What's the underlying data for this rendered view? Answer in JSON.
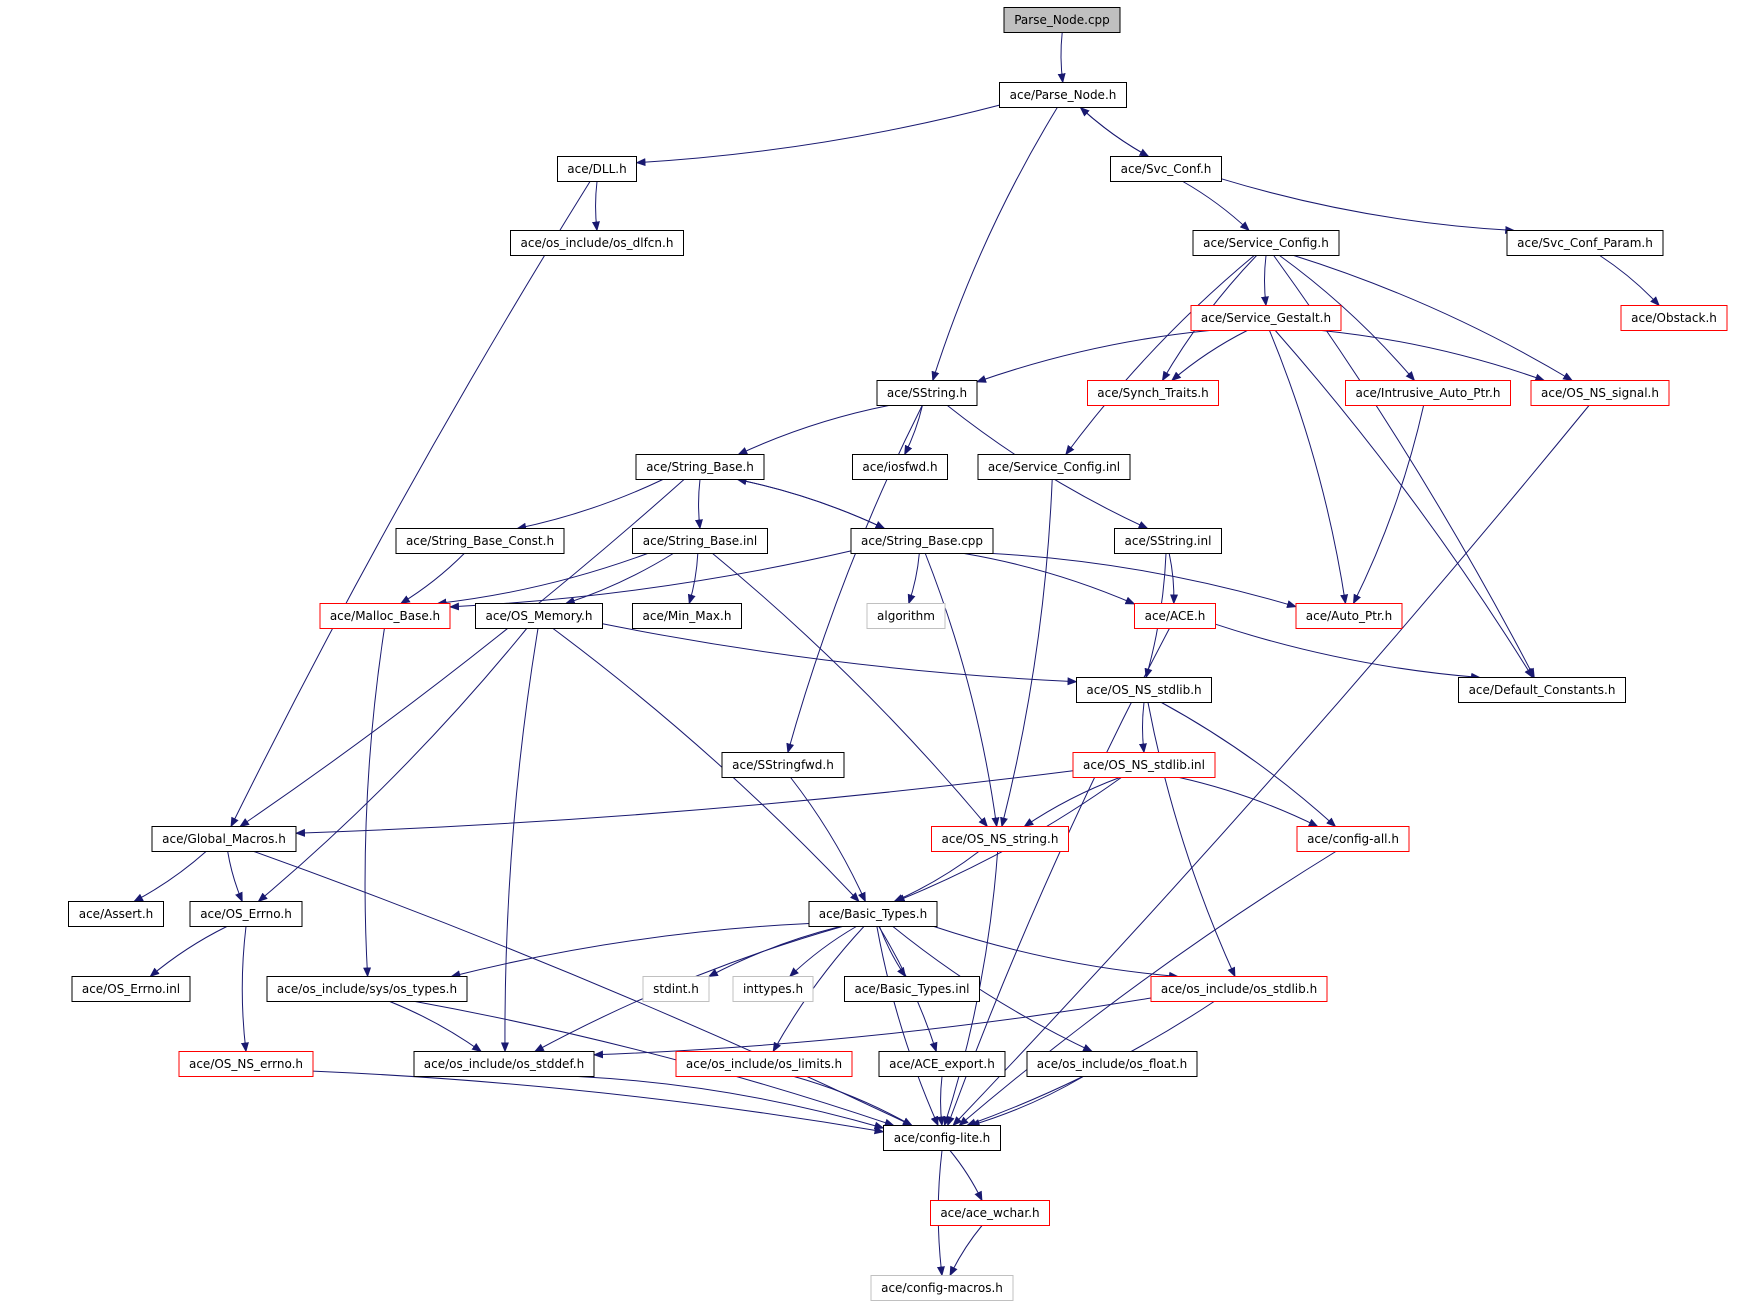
{
  "graph": {
    "nodes": [
      {
        "id": "parse_node_cpp",
        "label": "Parse_Node.cpp",
        "style": "root"
      },
      {
        "id": "parse_node_h",
        "label": "ace/Parse_Node.h",
        "style": "normal"
      },
      {
        "id": "dll_h",
        "label": "ace/DLL.h",
        "style": "normal"
      },
      {
        "id": "svc_conf_h",
        "label": "ace/Svc_Conf.h",
        "style": "normal"
      },
      {
        "id": "os_dlfcn_h",
        "label": "ace/os_include/os_dlfcn.h",
        "style": "normal"
      },
      {
        "id": "service_config_h",
        "label": "ace/Service_Config.h",
        "style": "normal"
      },
      {
        "id": "svc_conf_param_h",
        "label": "ace/Svc_Conf_Param.h",
        "style": "normal"
      },
      {
        "id": "service_gestalt_h",
        "label": "ace/Service_Gestalt.h",
        "style": "red"
      },
      {
        "id": "obstack_h",
        "label": "ace/Obstack.h",
        "style": "red"
      },
      {
        "id": "sstring_h",
        "label": "ace/SString.h",
        "style": "normal"
      },
      {
        "id": "synch_traits_h",
        "label": "ace/Synch_Traits.h",
        "style": "red"
      },
      {
        "id": "intrusive_auto_ptr_h",
        "label": "ace/Intrusive_Auto_Ptr.h",
        "style": "red"
      },
      {
        "id": "os_ns_signal_h",
        "label": "ace/OS_NS_signal.h",
        "style": "red"
      },
      {
        "id": "string_base_h",
        "label": "ace/String_Base.h",
        "style": "normal"
      },
      {
        "id": "iosfwd_h",
        "label": "ace/iosfwd.h",
        "style": "normal"
      },
      {
        "id": "service_config_inl",
        "label": "ace/Service_Config.inl",
        "style": "normal"
      },
      {
        "id": "string_base_const_h",
        "label": "ace/String_Base_Const.h",
        "style": "normal"
      },
      {
        "id": "string_base_inl",
        "label": "ace/String_Base.inl",
        "style": "normal"
      },
      {
        "id": "string_base_cpp",
        "label": "ace/String_Base.cpp",
        "style": "normal"
      },
      {
        "id": "sstring_inl",
        "label": "ace/SString.inl",
        "style": "normal"
      },
      {
        "id": "malloc_base_h",
        "label": "ace/Malloc_Base.h",
        "style": "red"
      },
      {
        "id": "os_memory_h",
        "label": "ace/OS_Memory.h",
        "style": "normal"
      },
      {
        "id": "min_max_h",
        "label": "ace/Min_Max.h",
        "style": "normal"
      },
      {
        "id": "algorithm",
        "label": "algorithm",
        "style": "gray"
      },
      {
        "id": "ace_h",
        "label": "ace/ACE.h",
        "style": "red"
      },
      {
        "id": "auto_ptr_h",
        "label": "ace/Auto_Ptr.h",
        "style": "red"
      },
      {
        "id": "os_ns_stdlib_h",
        "label": "ace/OS_NS_stdlib.h",
        "style": "normal"
      },
      {
        "id": "default_constants_h",
        "label": "ace/Default_Constants.h",
        "style": "normal"
      },
      {
        "id": "sstringfwd_h",
        "label": "ace/SStringfwd.h",
        "style": "normal"
      },
      {
        "id": "os_ns_stdlib_inl",
        "label": "ace/OS_NS_stdlib.inl",
        "style": "red"
      },
      {
        "id": "global_macros_h",
        "label": "ace/Global_Macros.h",
        "style": "normal"
      },
      {
        "id": "os_ns_string_h",
        "label": "ace/OS_NS_string.h",
        "style": "red"
      },
      {
        "id": "config_all_h",
        "label": "ace/config-all.h",
        "style": "red"
      },
      {
        "id": "assert_h",
        "label": "ace/Assert.h",
        "style": "normal"
      },
      {
        "id": "os_errno_h",
        "label": "ace/OS_Errno.h",
        "style": "normal"
      },
      {
        "id": "basic_types_h",
        "label": "ace/Basic_Types.h",
        "style": "normal"
      },
      {
        "id": "os_errno_inl",
        "label": "ace/OS_Errno.inl",
        "style": "normal"
      },
      {
        "id": "os_types_h",
        "label": "ace/os_include/sys/os_types.h",
        "style": "normal"
      },
      {
        "id": "stdint_h",
        "label": "stdint.h",
        "style": "gray"
      },
      {
        "id": "inttypes_h",
        "label": "inttypes.h",
        "style": "gray"
      },
      {
        "id": "basic_types_inl",
        "label": "ace/Basic_Types.inl",
        "style": "normal"
      },
      {
        "id": "os_stdlib_h",
        "label": "ace/os_include/os_stdlib.h",
        "style": "red"
      },
      {
        "id": "os_ns_errno_h",
        "label": "ace/OS_NS_errno.h",
        "style": "red"
      },
      {
        "id": "os_stddef_h",
        "label": "ace/os_include/os_stddef.h",
        "style": "normal"
      },
      {
        "id": "os_limits_h",
        "label": "ace/os_include/os_limits.h",
        "style": "red"
      },
      {
        "id": "ace_export_h",
        "label": "ace/ACE_export.h",
        "style": "normal"
      },
      {
        "id": "os_float_h",
        "label": "ace/os_include/os_float.h",
        "style": "normal"
      },
      {
        "id": "config_lite_h",
        "label": "ace/config-lite.h",
        "style": "normal"
      },
      {
        "id": "ace_wchar_h",
        "label": "ace/ace_wchar.h",
        "style": "red"
      },
      {
        "id": "config_macros_h",
        "label": "ace/config-macros.h",
        "style": "gray"
      }
    ],
    "edges": [
      [
        "parse_node_cpp",
        "parse_node_h"
      ],
      [
        "parse_node_h",
        "dll_h"
      ],
      [
        "parse_node_h",
        "svc_conf_h"
      ],
      [
        "parse_node_h",
        "sstring_h"
      ],
      [
        "svc_conf_h",
        "parse_node_h"
      ],
      [
        "svc_conf_h",
        "service_config_h"
      ],
      [
        "svc_conf_h",
        "svc_conf_param_h"
      ],
      [
        "dll_h",
        "os_dlfcn_h"
      ],
      [
        "dll_h",
        "global_macros_h"
      ],
      [
        "svc_conf_param_h",
        "obstack_h"
      ],
      [
        "service_config_h",
        "service_gestalt_h"
      ],
      [
        "service_config_h",
        "synch_traits_h"
      ],
      [
        "service_config_h",
        "intrusive_auto_ptr_h"
      ],
      [
        "service_config_h",
        "os_ns_signal_h"
      ],
      [
        "service_config_h",
        "service_config_inl"
      ],
      [
        "service_config_h",
        "default_constants_h"
      ],
      [
        "service_gestalt_h",
        "sstring_h"
      ],
      [
        "service_gestalt_h",
        "synch_traits_h"
      ],
      [
        "service_gestalt_h",
        "os_ns_signal_h"
      ],
      [
        "service_gestalt_h",
        "auto_ptr_h"
      ],
      [
        "service_gestalt_h",
        "default_constants_h"
      ],
      [
        "intrusive_auto_ptr_h",
        "auto_ptr_h"
      ],
      [
        "os_ns_signal_h",
        "config_lite_h"
      ],
      [
        "sstring_h",
        "string_base_h"
      ],
      [
        "sstring_h",
        "iosfwd_h"
      ],
      [
        "sstring_h",
        "sstring_inl"
      ],
      [
        "sstring_h",
        "sstringfwd_h"
      ],
      [
        "service_config_inl",
        "os_ns_string_h"
      ],
      [
        "string_base_h",
        "string_base_const_h"
      ],
      [
        "string_base_h",
        "string_base_inl"
      ],
      [
        "string_base_h",
        "string_base_cpp"
      ],
      [
        "string_base_h",
        "global_macros_h"
      ],
      [
        "string_base_cpp",
        "string_base_h"
      ],
      [
        "string_base_cpp",
        "malloc_base_h"
      ],
      [
        "string_base_cpp",
        "algorithm"
      ],
      [
        "string_base_cpp",
        "ace_h"
      ],
      [
        "string_base_cpp",
        "auto_ptr_h"
      ],
      [
        "string_base_cpp",
        "os_ns_string_h"
      ],
      [
        "string_base_const_h",
        "malloc_base_h"
      ],
      [
        "string_base_inl",
        "malloc_base_h"
      ],
      [
        "string_base_inl",
        "os_memory_h"
      ],
      [
        "string_base_inl",
        "min_max_h"
      ],
      [
        "string_base_inl",
        "os_ns_string_h"
      ],
      [
        "sstring_inl",
        "ace_h"
      ],
      [
        "sstring_inl",
        "os_ns_stdlib_h"
      ],
      [
        "malloc_base_h",
        "os_types_h"
      ],
      [
        "os_memory_h",
        "os_ns_stdlib_h"
      ],
      [
        "os_memory_h",
        "os_errno_h"
      ],
      [
        "os_memory_h",
        "basic_types_h"
      ],
      [
        "os_memory_h",
        "os_stddef_h"
      ],
      [
        "ace_h",
        "default_constants_h"
      ],
      [
        "ace_h",
        "config_lite_h"
      ],
      [
        "os_ns_stdlib_h",
        "os_ns_stdlib_inl"
      ],
      [
        "os_ns_stdlib_h",
        "config_all_h"
      ],
      [
        "os_ns_stdlib_h",
        "os_stdlib_h"
      ],
      [
        "sstringfwd_h",
        "basic_types_h"
      ],
      [
        "os_ns_stdlib_inl",
        "global_macros_h"
      ],
      [
        "os_ns_stdlib_inl",
        "os_ns_string_h"
      ],
      [
        "os_ns_stdlib_inl",
        "config_all_h"
      ],
      [
        "os_ns_stdlib_inl",
        "basic_types_h"
      ],
      [
        "global_macros_h",
        "assert_h"
      ],
      [
        "global_macros_h",
        "os_errno_h"
      ],
      [
        "global_macros_h",
        "config_lite_h"
      ],
      [
        "os_ns_string_h",
        "basic_types_h"
      ],
      [
        "os_ns_string_h",
        "config_lite_h"
      ],
      [
        "config_all_h",
        "config_lite_h"
      ],
      [
        "os_errno_h",
        "os_errno_inl"
      ],
      [
        "os_errno_h",
        "os_ns_errno_h"
      ],
      [
        "basic_types_h",
        "os_types_h"
      ],
      [
        "basic_types_h",
        "stdint_h"
      ],
      [
        "basic_types_h",
        "inttypes_h"
      ],
      [
        "basic_types_h",
        "basic_types_inl"
      ],
      [
        "basic_types_h",
        "os_stdlib_h"
      ],
      [
        "basic_types_h",
        "os_stddef_h"
      ],
      [
        "basic_types_h",
        "os_limits_h"
      ],
      [
        "basic_types_h",
        "ace_export_h"
      ],
      [
        "basic_types_h",
        "os_float_h"
      ],
      [
        "basic_types_h",
        "config_lite_h"
      ],
      [
        "os_types_h",
        "os_stddef_h"
      ],
      [
        "os_types_h",
        "config_lite_h"
      ],
      [
        "os_stdlib_h",
        "os_stddef_h"
      ],
      [
        "os_stdlib_h",
        "config_lite_h"
      ],
      [
        "os_ns_errno_h",
        "config_lite_h"
      ],
      [
        "os_stddef_h",
        "config_lite_h"
      ],
      [
        "os_limits_h",
        "config_lite_h"
      ],
      [
        "ace_export_h",
        "config_lite_h"
      ],
      [
        "os_float_h",
        "config_lite_h"
      ],
      [
        "config_lite_h",
        "ace_wchar_h"
      ],
      [
        "config_lite_h",
        "config_macros_h"
      ],
      [
        "ace_wchar_h",
        "config_macros_h"
      ]
    ]
  },
  "colors": {
    "edge": "#191970",
    "border_normal": "#000000",
    "border_red": "#ff0000",
    "border_gray": "#c0c0c0",
    "root_fill": "#bfbfbf",
    "text": "#000000"
  }
}
